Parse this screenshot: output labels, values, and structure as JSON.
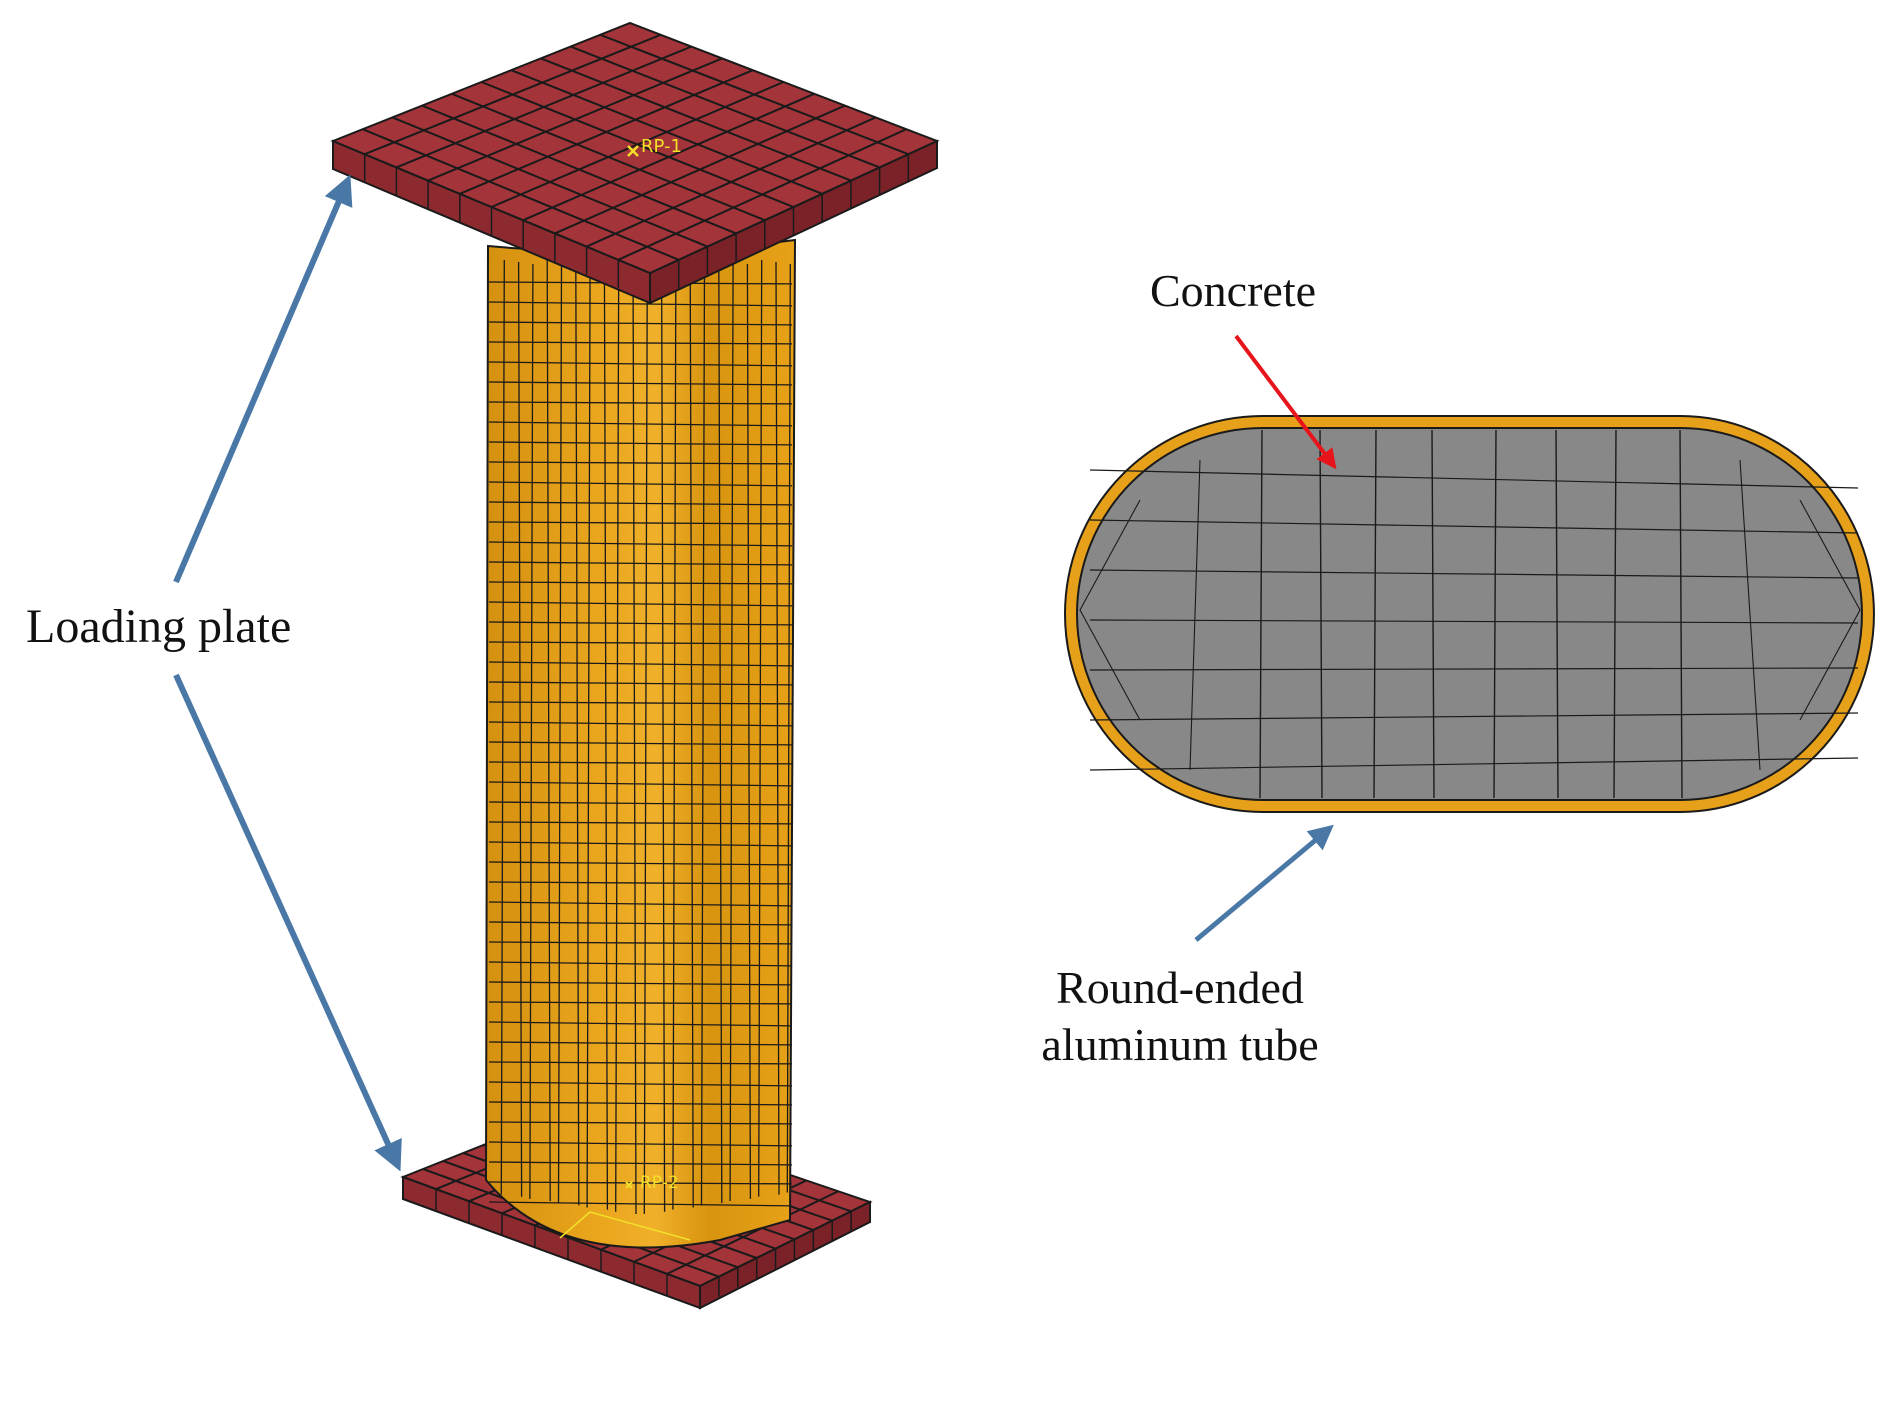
{
  "labels": {
    "loading_plate": "Loading plate",
    "concrete": "Concrete",
    "tube_line1": "Round-ended",
    "tube_line2": "aluminum tube",
    "rp_top": "RP-1",
    "rp_bottom": "RP-2"
  },
  "colors": {
    "plate": "#a3343a",
    "tube": "#e6a01a",
    "tube_shade": "#c88410",
    "concrete": "#888888",
    "mesh_line": "#1a1a1a",
    "arrow_blue": "#4a78a6",
    "arrow_red": "#e8141c",
    "rp_marker": "#f2e02a"
  }
}
